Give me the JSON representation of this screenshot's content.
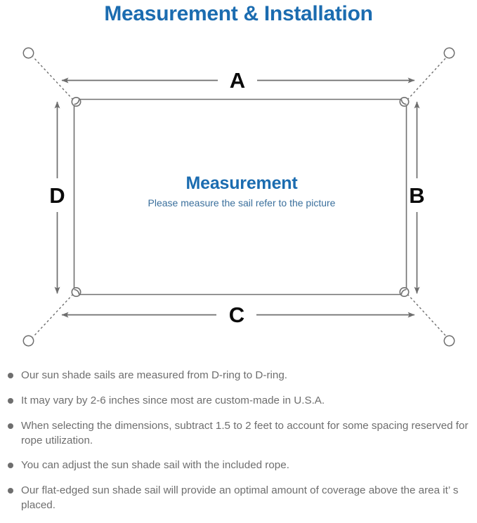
{
  "title": "Measurement & Installation",
  "colors": {
    "title_blue": "#1b6cb0",
    "subtitle_blue": "#3a6f9c",
    "line_gray": "#6e6e6e",
    "text_gray": "#6e6e6e",
    "letter_black": "#0a0a0a"
  },
  "diagram": {
    "center_title": "Measurement",
    "center_subtitle": "Please measure the sail refer to the picture",
    "dimension_labels": {
      "top": "A",
      "right": "B",
      "bottom": "C",
      "left": "D"
    },
    "anchor_count": 4,
    "d_ring_count": 4
  },
  "notes": [
    "Our sun shade sails are measured from D-ring to D-ring.",
    "It may vary by 2-6 inches since most are custom-made in U.S.A.",
    "When selecting the dimensions, subtract 1.5 to 2 feet to account for some spacing reserved for rope utilization.",
    "You can adjust the sun shade sail with the included rope.",
    "Our flat-edged sun shade sail will provide an optimal amount of coverage above the area it’  s placed."
  ]
}
